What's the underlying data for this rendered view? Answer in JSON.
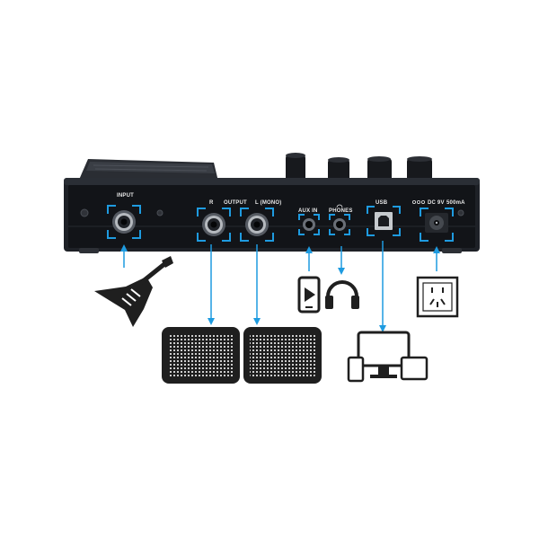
{
  "device": {
    "labels": {
      "input": "INPUT",
      "output_r": "R",
      "output": "OUTPUT",
      "output_l": "L (MONO)",
      "aux_in": "AUX IN",
      "phones": "PHONES",
      "usb": "USB",
      "dc": "DC 9V",
      "current": "500mA"
    }
  },
  "colors": {
    "accent": "#1e9be0",
    "device_body": "#1e2127",
    "device_panel": "#121418",
    "icon": "#1f1f1f"
  },
  "icons": [
    "guitar-icon",
    "amplifier-icon",
    "amplifier-icon",
    "phone-icon",
    "headphones-icon",
    "computer-devices-icon",
    "power-outlet-icon"
  ]
}
